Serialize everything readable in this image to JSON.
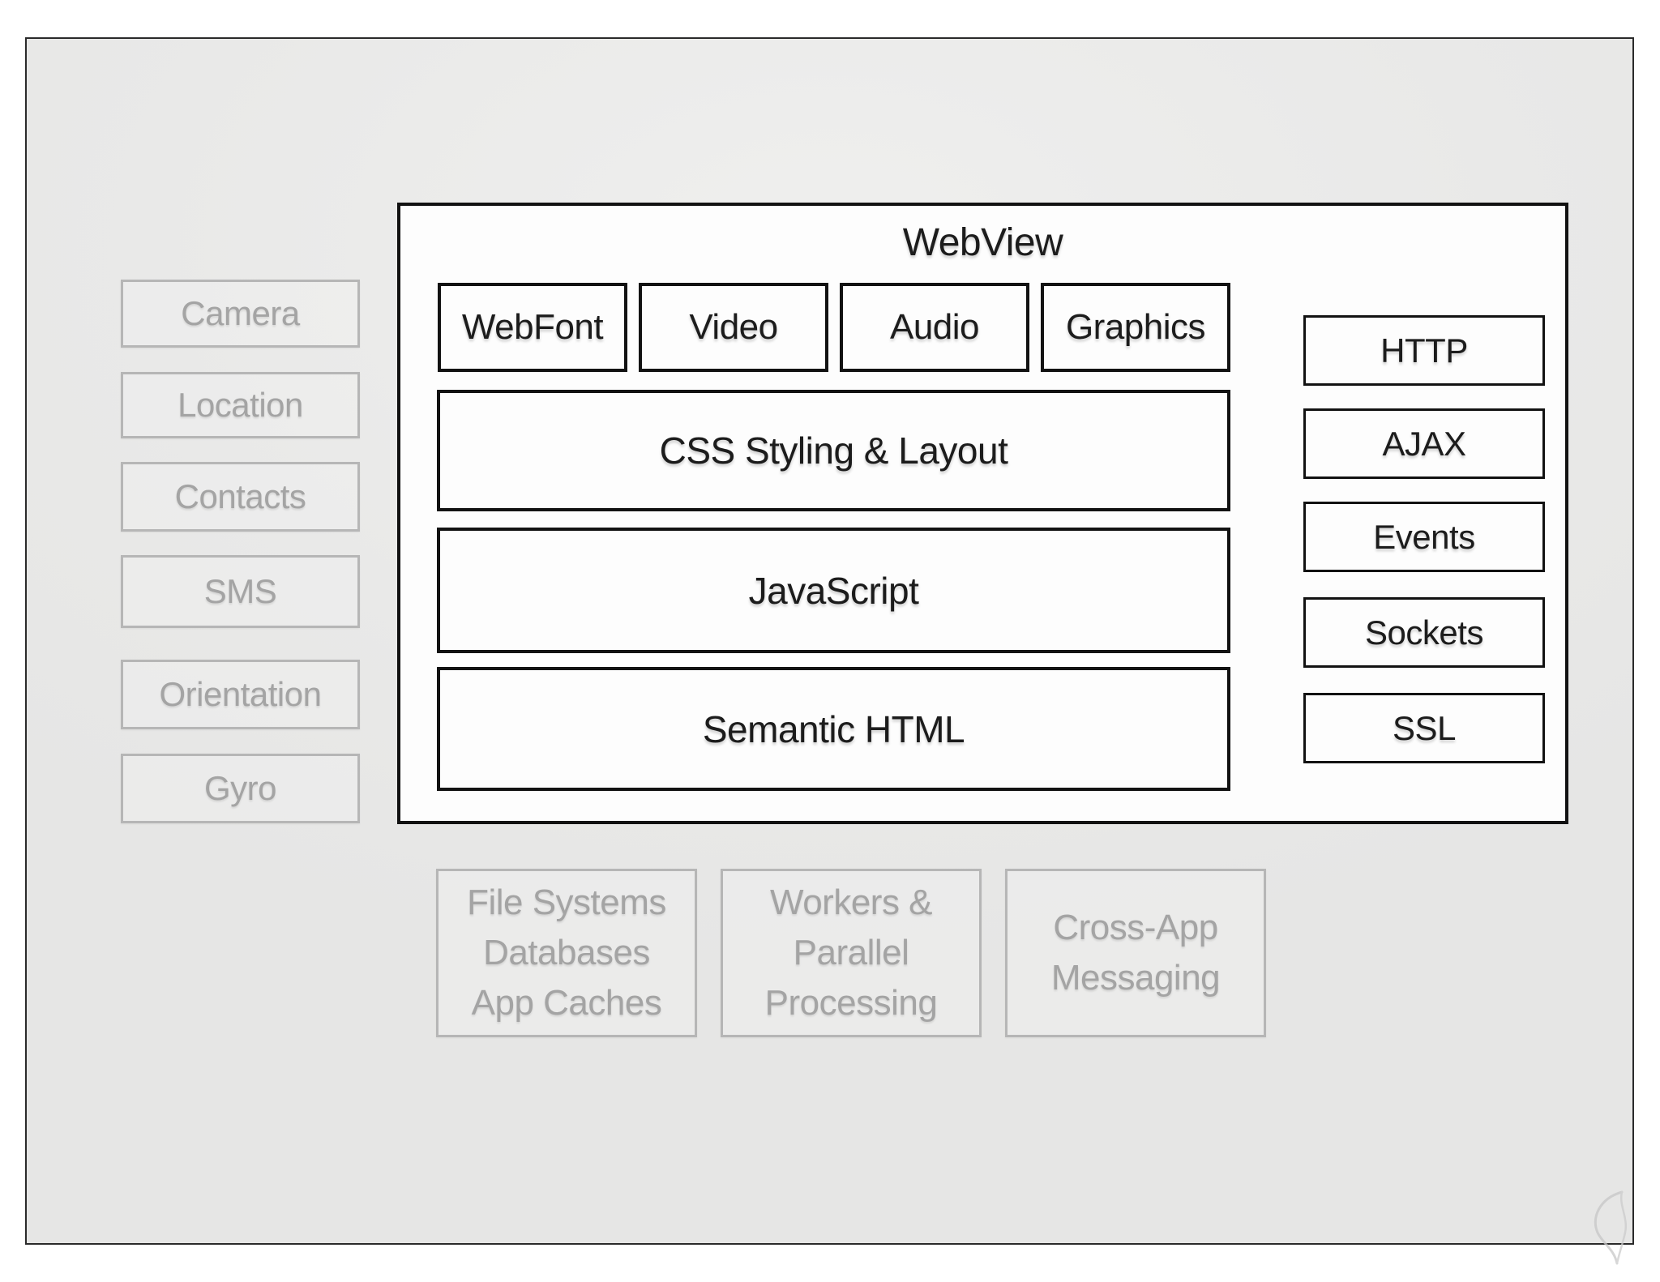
{
  "slide": {
    "kind": "architecture-diagram",
    "colors": {
      "slide_background": "#e9e9e8",
      "frame_border": "#2a2a2a",
      "solid_box_border": "#121212",
      "solid_box_fill": "#fdfdfd",
      "muted_border": "#b6b6b6",
      "muted_text": "#a4a4a4",
      "ink_text": "#1c1c1c",
      "watermark_stroke": "#c7c7c7"
    }
  },
  "left_column": {
    "items": [
      {
        "label": "Camera"
      },
      {
        "label": "Location"
      },
      {
        "label": "Contacts"
      },
      {
        "label": "SMS"
      },
      {
        "label": "Orientation"
      },
      {
        "label": "Gyro"
      }
    ]
  },
  "webview": {
    "title": "WebView",
    "feature_boxes": [
      {
        "label": "WebFont"
      },
      {
        "label": "Video"
      },
      {
        "label": "Audio"
      },
      {
        "label": "Graphics"
      }
    ],
    "layer_rows": [
      {
        "label": "CSS Styling & Layout"
      },
      {
        "label": "JavaScript"
      },
      {
        "label": "Semantic HTML"
      }
    ],
    "network_boxes": [
      {
        "label": "HTTP"
      },
      {
        "label": "AJAX"
      },
      {
        "label": "Events"
      },
      {
        "label": "Sockets"
      },
      {
        "label": "SSL"
      }
    ]
  },
  "bottom_row": {
    "items": [
      {
        "lines": [
          "File Systems",
          "Databases",
          "App Caches"
        ]
      },
      {
        "lines": [
          "Workers &",
          "Parallel",
          "Processing"
        ]
      },
      {
        "lines": [
          "Cross-App",
          "Messaging"
        ]
      }
    ]
  }
}
